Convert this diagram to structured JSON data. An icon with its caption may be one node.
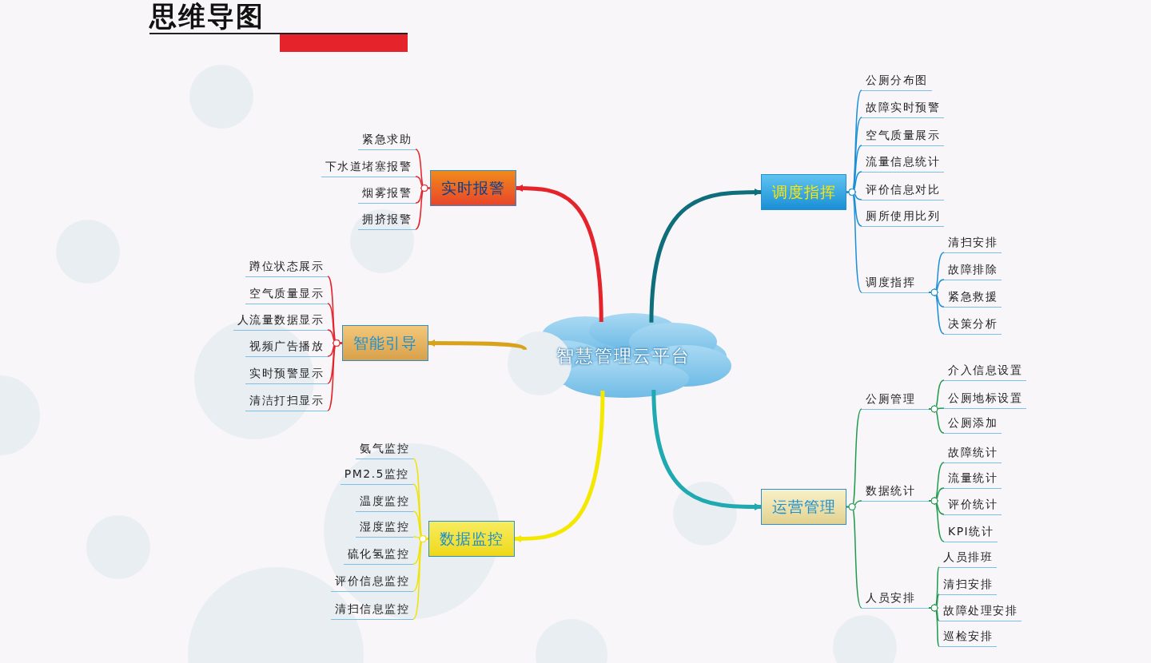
{
  "diagram": {
    "title": "思维导图",
    "nodes": [
      {
        "text": [
          "智慧管理云平台"
        ]
      },
      {
        "text": [
          "实时报警"
        ]
      },
      {
        "text": [
          "紧急求助"
        ]
      },
      {
        "text": [
          "下水道堵塞报警"
        ]
      },
      {
        "text": [
          "烟雾报警"
        ]
      },
      {
        "text": [
          "拥挤报警"
        ]
      },
      {
        "text": [
          "智能引导"
        ]
      },
      {
        "text": [
          "蹲位状态展示"
        ]
      },
      {
        "text": [
          "空气质量显示"
        ]
      },
      {
        "text": [
          "人流量数据显示"
        ]
      },
      {
        "text": [
          "视频广告播放"
        ]
      },
      {
        "text": [
          "实时预警显示"
        ]
      },
      {
        "text": [
          "清洁打扫显示"
        ]
      },
      {
        "text": [
          "数据监控"
        ]
      },
      {
        "text": [
          "氨气监控"
        ]
      },
      {
        "text": [
          "PM2.5监控"
        ]
      },
      {
        "text": [
          "温度监控"
        ]
      },
      {
        "text": [
          "湿度监控"
        ]
      },
      {
        "text": [
          "硫化氢监控"
        ]
      },
      {
        "text": [
          "评价信息监控"
        ]
      },
      {
        "text": [
          "清扫信息监控"
        ]
      },
      {
        "text": [
          "调度指挥"
        ]
      },
      {
        "text": [
          "公厕分布图"
        ]
      },
      {
        "text": [
          "故障实时预警"
        ]
      },
      {
        "text": [
          "空气质量展示"
        ]
      },
      {
        "text": [
          "流量信息统计"
        ]
      },
      {
        "text": [
          "评价信息对比"
        ]
      },
      {
        "text": [
          "厕所使用比列"
        ]
      },
      {
        "text": [
          "调度指挥"
        ]
      },
      {
        "text": [
          "清扫安排"
        ]
      },
      {
        "text": [
          "故障排除"
        ]
      },
      {
        "text": [
          "紧急救援"
        ]
      },
      {
        "text": [
          "决策分析"
        ]
      },
      {
        "text": [
          "运营管理"
        ]
      },
      {
        "text": [
          "公厕管理"
        ]
      },
      {
        "text": [
          "介入信息设置"
        ]
      },
      {
        "text": [
          "公厕地标设置"
        ]
      },
      {
        "text": [
          "公厕添加"
        ]
      },
      {
        "text": [
          "数据统计"
        ]
      },
      {
        "text": [
          "故障统计"
        ]
      },
      {
        "text": [
          "流量统计"
        ]
      },
      {
        "text": [
          "评价统计"
        ]
      },
      {
        "text": [
          "KPI统计"
        ]
      },
      {
        "text": [
          "人员安排"
        ]
      },
      {
        "text": [
          "人员排班"
        ]
      },
      {
        "text": [
          "清扫安排"
        ]
      },
      {
        "text": [
          "故障处理安排"
        ]
      },
      {
        "text": [
          "巡检安排"
        ]
      }
    ],
    "edges": [
      {
        "from": 0,
        "to": 1,
        "arrow": "to",
        "style": "thick",
        "color": "#e5232b"
      },
      {
        "from": 1,
        "to": 2,
        "arrow": "other",
        "color": "#e5232b"
      },
      {
        "from": 1,
        "to": 3,
        "arrow": "other",
        "color": "#e5232b"
      },
      {
        "from": 1,
        "to": 4,
        "arrow": "other",
        "color": "#e5232b"
      },
      {
        "from": 1,
        "to": 5,
        "arrow": "other",
        "color": "#e5232b"
      },
      {
        "from": 0,
        "to": 6,
        "arrow": "to",
        "style": "thick",
        "color": "#d9a21b"
      },
      {
        "from": 6,
        "to": 7,
        "arrow": "other",
        "color": "#e5232b"
      },
      {
        "from": 6,
        "to": 8,
        "arrow": "other",
        "color": "#e5232b"
      },
      {
        "from": 6,
        "to": 9,
        "arrow": "other",
        "color": "#e5232b"
      },
      {
        "from": 6,
        "to": 10,
        "arrow": "other",
        "color": "#e5232b"
      },
      {
        "from": 6,
        "to": 11,
        "arrow": "other",
        "color": "#e5232b"
      },
      {
        "from": 6,
        "to": 12,
        "arrow": "other",
        "color": "#e5232b"
      },
      {
        "from": 0,
        "to": 13,
        "arrow": "to",
        "style": "thick",
        "color": "#f5e800"
      },
      {
        "from": 13,
        "to": 14,
        "arrow": "other",
        "color": "#f2e200"
      },
      {
        "from": 13,
        "to": 15,
        "arrow": "other",
        "color": "#f2e200"
      },
      {
        "from": 13,
        "to": 16,
        "arrow": "other",
        "color": "#f2e200"
      },
      {
        "from": 13,
        "to": 17,
        "arrow": "other",
        "color": "#f2e200"
      },
      {
        "from": 13,
        "to": 18,
        "arrow": "other",
        "color": "#f2e200"
      },
      {
        "from": 13,
        "to": 19,
        "arrow": "other",
        "color": "#f2e200"
      },
      {
        "from": 13,
        "to": 20,
        "arrow": "other",
        "color": "#f2e200"
      },
      {
        "from": 0,
        "to": 21,
        "arrow": "to",
        "style": "thick",
        "color": "#0f6e7c"
      },
      {
        "from": 21,
        "to": 22,
        "arrow": "other",
        "color": "#1a8fd6"
      },
      {
        "from": 21,
        "to": 23,
        "arrow": "other",
        "color": "#1a8fd6"
      },
      {
        "from": 21,
        "to": 24,
        "arrow": "other",
        "color": "#1a8fd6"
      },
      {
        "from": 21,
        "to": 25,
        "arrow": "other",
        "color": "#1a8fd6"
      },
      {
        "from": 21,
        "to": 26,
        "arrow": "other",
        "color": "#1a8fd6"
      },
      {
        "from": 21,
        "to": 27,
        "arrow": "other",
        "color": "#1a8fd6"
      },
      {
        "from": 21,
        "to": 28,
        "arrow": "other",
        "color": "#1a8fd6"
      },
      {
        "from": 28,
        "to": 29,
        "arrow": "other",
        "color": "#1a8fd6"
      },
      {
        "from": 28,
        "to": 30,
        "arrow": "other",
        "color": "#1a8fd6"
      },
      {
        "from": 28,
        "to": 31,
        "arrow": "other",
        "color": "#1a8fd6"
      },
      {
        "from": 28,
        "to": 32,
        "arrow": "other",
        "color": "#1a8fd6"
      },
      {
        "from": 0,
        "to": 33,
        "arrow": "to",
        "style": "thick",
        "color": "#1fa9b0"
      },
      {
        "from": 33,
        "to": 34,
        "arrow": "other",
        "color": "#1f9a4e"
      },
      {
        "from": 33,
        "to": 38,
        "arrow": "other",
        "color": "#1f9a4e"
      },
      {
        "from": 33,
        "to": 43,
        "arrow": "other",
        "color": "#1f9a4e"
      },
      {
        "from": 34,
        "to": 35,
        "arrow": "other",
        "color": "#1f9a4e"
      },
      {
        "from": 34,
        "to": 36,
        "arrow": "other",
        "color": "#1f9a4e"
      },
      {
        "from": 34,
        "to": 37,
        "arrow": "other",
        "color": "#1f9a4e"
      },
      {
        "from": 38,
        "to": 39,
        "arrow": "other",
        "color": "#1f9a4e"
      },
      {
        "from": 38,
        "to": 40,
        "arrow": "other",
        "color": "#1f9a4e"
      },
      {
        "from": 38,
        "to": 41,
        "arrow": "other",
        "color": "#1f9a4e"
      },
      {
        "from": 38,
        "to": 42,
        "arrow": "other",
        "color": "#1f9a4e"
      },
      {
        "from": 43,
        "to": 44,
        "arrow": "other",
        "color": "#1f9a4e"
      },
      {
        "from": 43,
        "to": 45,
        "arrow": "other",
        "color": "#1f9a4e"
      },
      {
        "from": 43,
        "to": 46,
        "arrow": "other",
        "color": "#1f9a4e"
      },
      {
        "from": 43,
        "to": 47,
        "arrow": "other",
        "color": "#1f9a4e"
      }
    ]
  }
}
